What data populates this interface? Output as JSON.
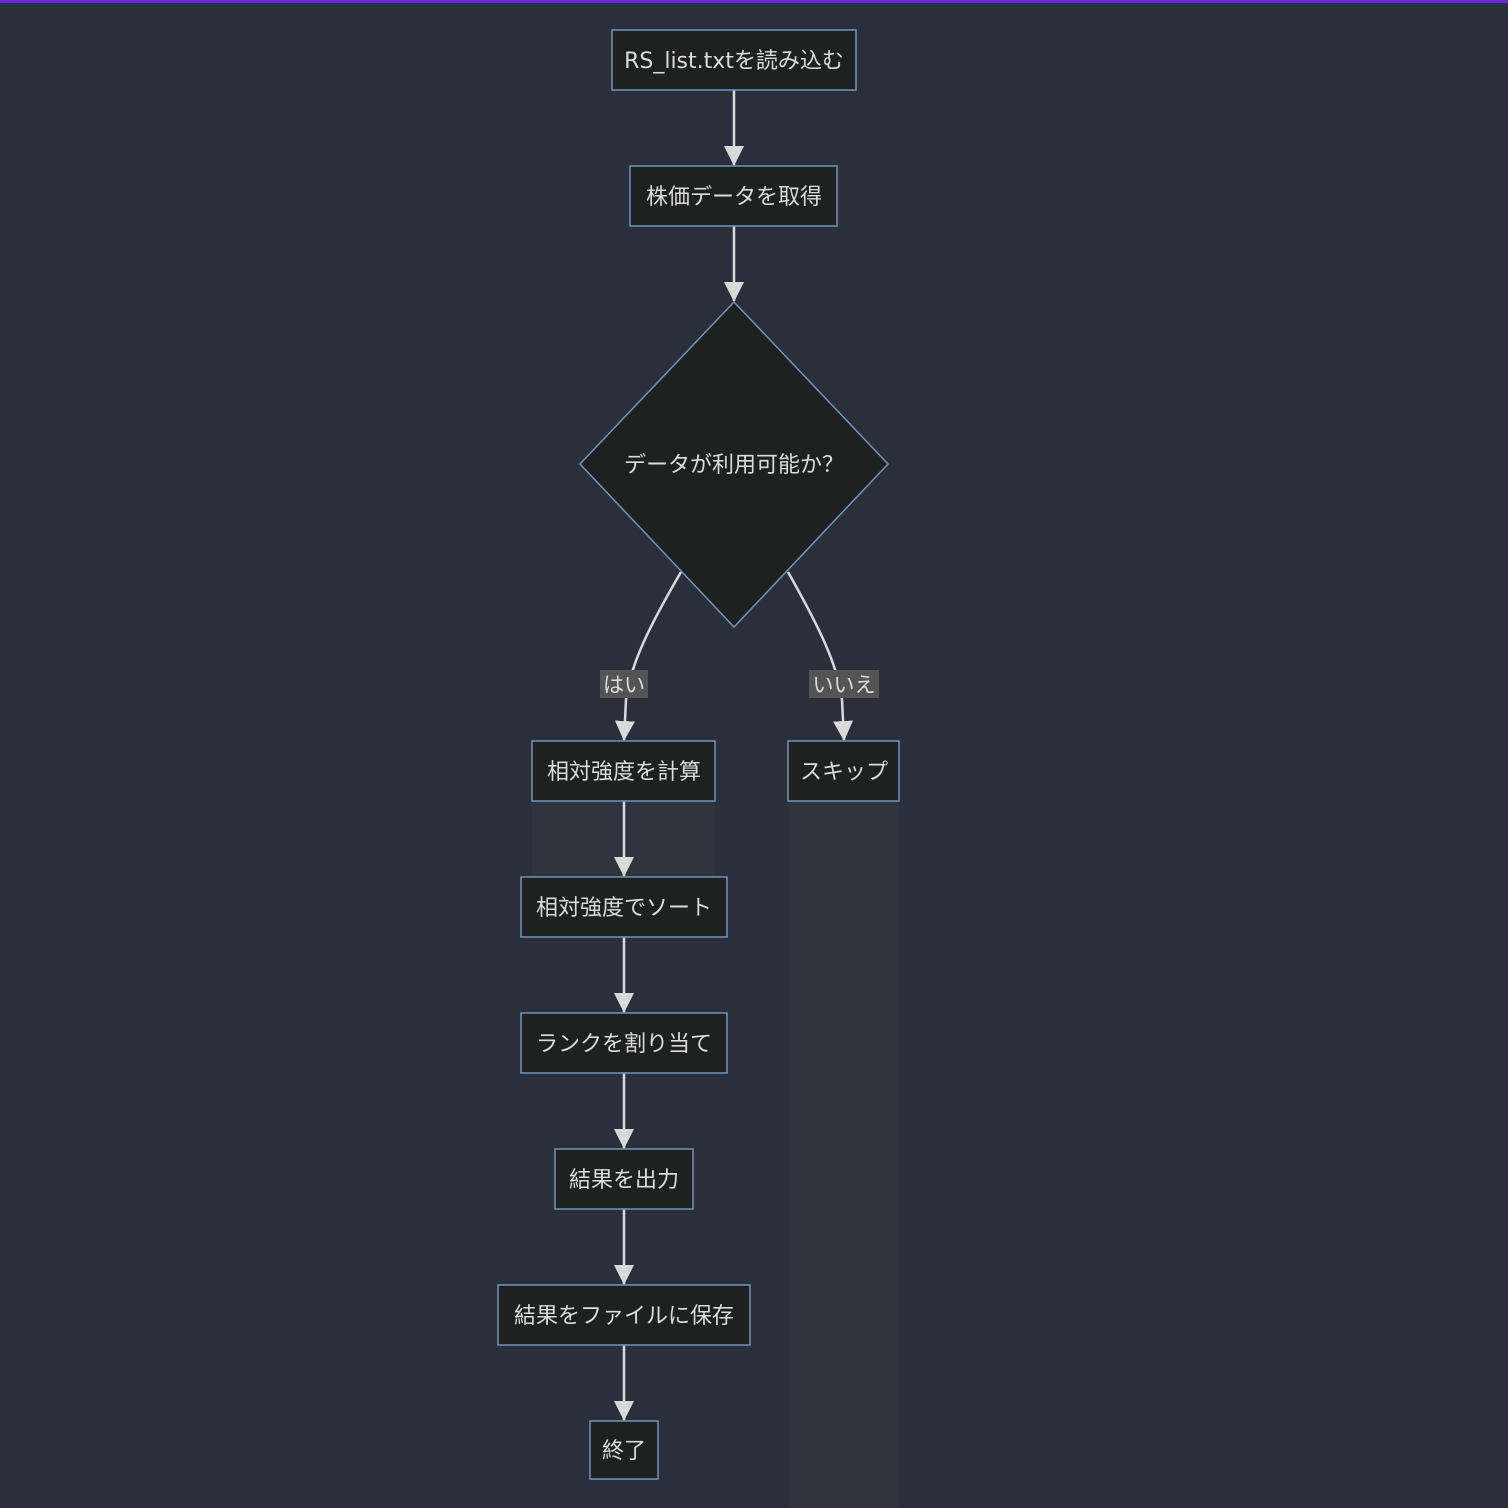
{
  "diagram": {
    "type": "flowchart",
    "colors": {
      "background": "#2a2f3b",
      "node_fill": "#1f2020",
      "node_border": "#6e96bd",
      "edge": "#d9d9d9",
      "edge_label_bg": "#545454",
      "text": "#dcdcdc",
      "top_accent": "#6a26e0"
    },
    "nodes": {
      "read_list": "RS_list.txtを読み込む",
      "fetch_prices": "株価データを取得",
      "data_available": "データが利用可能か？",
      "calc_rs": "相対強度を計算",
      "skip": "スキップ",
      "sort_rs": "相対強度でソート",
      "assign_rank": "ランクを割り当て",
      "output_results": "結果を出力",
      "save_results": "結果をファイルに保存",
      "end": "終了"
    },
    "edges": [
      {
        "from": "read_list",
        "to": "fetch_prices",
        "label": ""
      },
      {
        "from": "fetch_prices",
        "to": "data_available",
        "label": ""
      },
      {
        "from": "data_available",
        "to": "calc_rs",
        "label": "はい"
      },
      {
        "from": "data_available",
        "to": "skip",
        "label": "いいえ"
      },
      {
        "from": "calc_rs",
        "to": "sort_rs",
        "label": ""
      },
      {
        "from": "sort_rs",
        "to": "assign_rank",
        "label": ""
      },
      {
        "from": "assign_rank",
        "to": "output_results",
        "label": ""
      },
      {
        "from": "output_results",
        "to": "save_results",
        "label": ""
      },
      {
        "from": "save_results",
        "to": "end",
        "label": ""
      }
    ],
    "edge_labels": {
      "yes": "はい",
      "no": "いいえ"
    }
  }
}
